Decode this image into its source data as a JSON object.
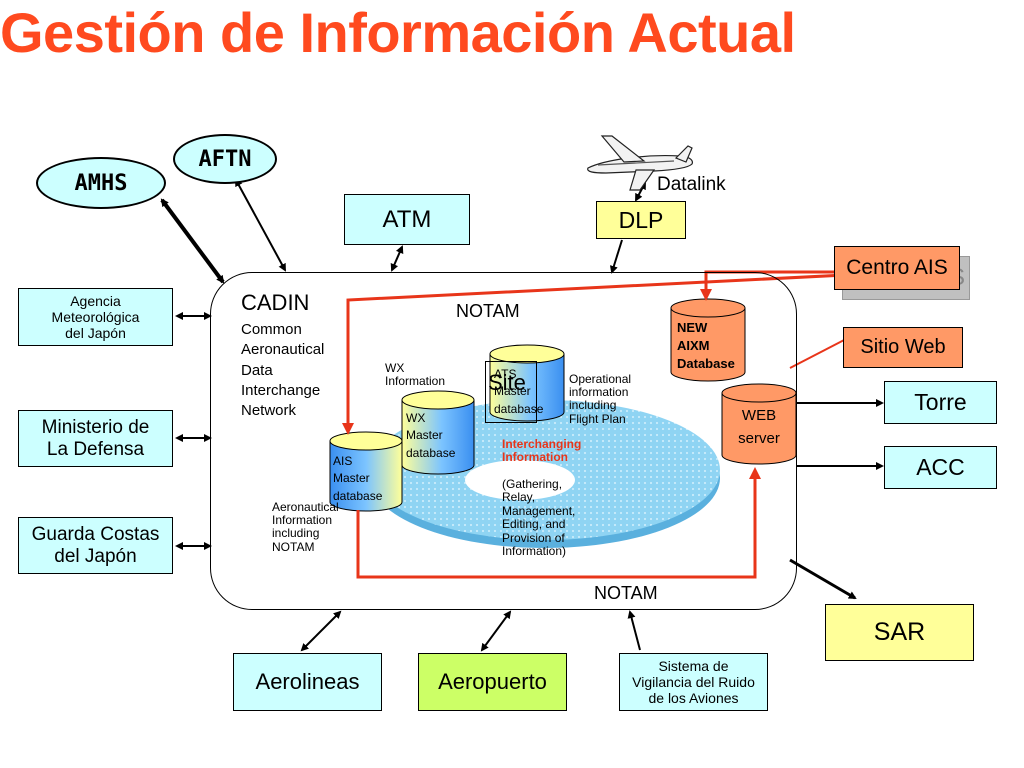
{
  "title": "Gestión de Información Actual",
  "center": {
    "name": "CADIN",
    "subtitle": "Common\nAeronautical\nData\nInterchange\nNetwork"
  },
  "external_nodes": {
    "amhs": "AMHS",
    "aftn": "AFTN",
    "atm": "ATM",
    "dlp": "DLP",
    "datalink": "Datalink",
    "centro_ais": "Centro AIS",
    "centro_ais_shadow": "S",
    "sitio_web": "Sitio Web",
    "torre": "Torre",
    "acc": "ACC",
    "sar": "SAR",
    "agencia": "Agencia\nMeteorológica\ndel Japón",
    "ministerio": "Ministerio de\nLa Defensa",
    "guarda_costas": "Guarda Costas\ndel Japón",
    "aerolineas": "Aerolineas",
    "aeropuerto": "Aeropuerto",
    "sistema": "Sistema de\nVigilancia del Ruido\nde los Aviones"
  },
  "inner": {
    "notam_top": "NOTAM",
    "notam_bottom": "NOTAM",
    "wx_information": "WX\nInformation",
    "wx_db": "WX\nMaster\ndatabase",
    "ats_db": "ATS\nMaster\ndatabase",
    "site_label": "Site",
    "ais_db": "AIS\nMaster\ndatabase",
    "new_aixm_db": "NEW\nAIXM\nDatabase",
    "web_server": "WEB\nserver",
    "operational_info": "Operational\ninformation\nincluding\nFlight Plan",
    "interchanging": "Interchanging\nInformation",
    "gathering": " (Gathering,\nRelay,\nManagement,\nEditing, and\nProvision of\nInformation)",
    "aeronautical_info": "Aeronautical\nInformation\nincluding\nNOTAM"
  },
  "colors": {
    "title": "#ff4a1f",
    "connector_red": "#e8351a",
    "db_orange": "#ff9966",
    "db_yellow": "#ffff99",
    "ring_blue": "#6fc8f0",
    "interchanging_text": "#e8351a"
  },
  "icons": [
    "airplane-icon"
  ]
}
